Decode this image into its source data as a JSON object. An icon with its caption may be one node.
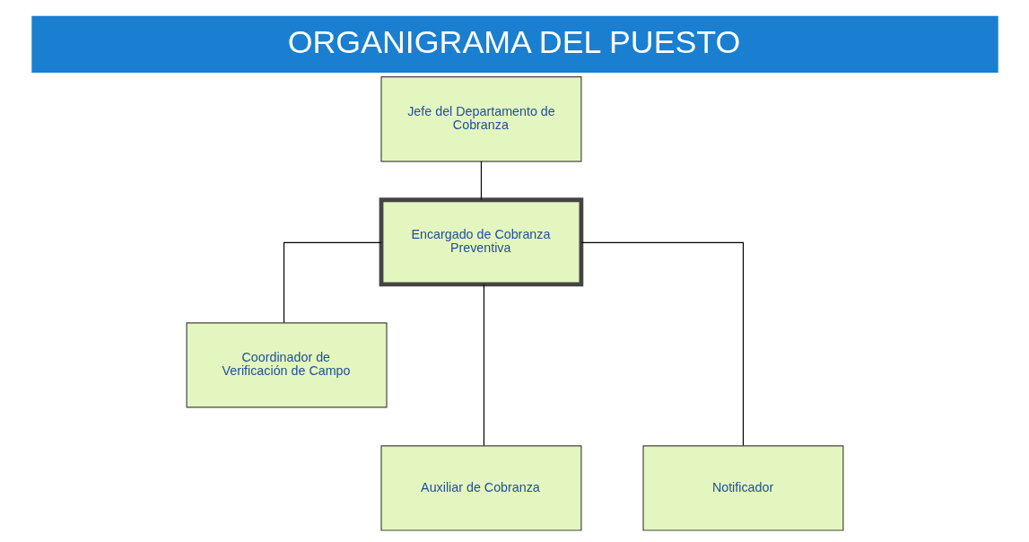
{
  "diagram": {
    "title": "ORGANIGRAMA DEL PUESTO",
    "nodes": [
      {
        "text": [
          "Jefe del Departamento de Cobranza"
        ]
      },
      {
        "text": [
          "Encargado de Cobranza Preventiva"
        ]
      },
      {
        "text": [
          "Coordinador de Verificación de Campo"
        ]
      },
      {
        "text": [
          "Auxiliar de Cobranza"
        ]
      },
      {
        "text": [
          "Notificador"
        ]
      }
    ],
    "edges": [
      {
        "from": 0,
        "to": 1,
        "arrow": "none"
      },
      {
        "from": 1,
        "to": 2,
        "arrow": "none"
      },
      {
        "from": 1,
        "to": 3,
        "arrow": "none"
      },
      {
        "from": 1,
        "to": 4,
        "arrow": "none"
      }
    ]
  }
}
